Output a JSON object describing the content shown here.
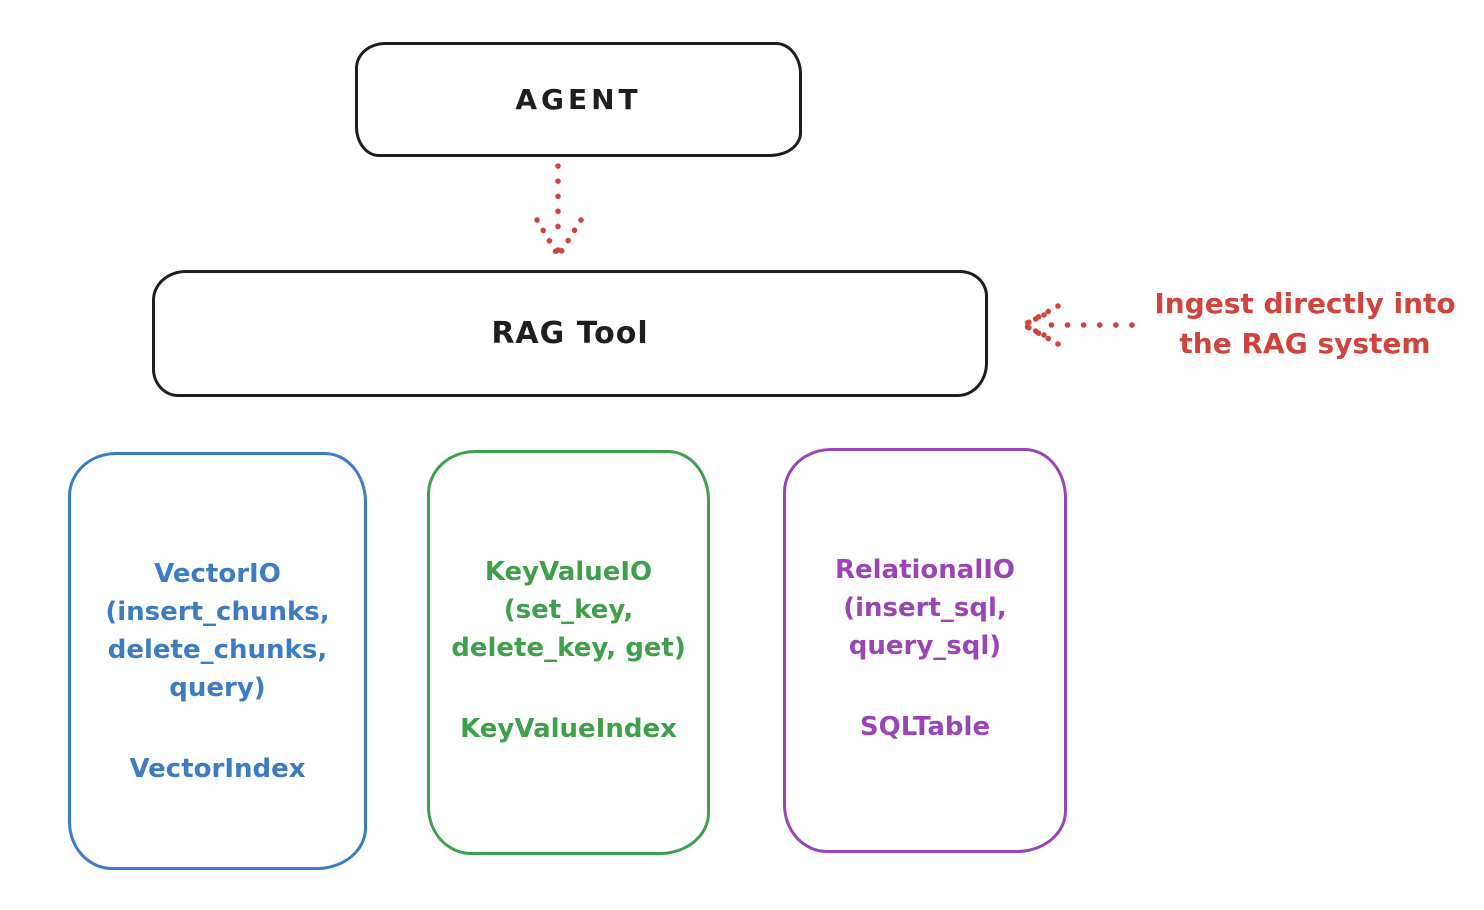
{
  "agent_box": {
    "label": "AGENT"
  },
  "rag_tool_box": {
    "label": "RAG Tool"
  },
  "annotation": {
    "line1": "Ingest directly into",
    "line2": "the RAG system"
  },
  "stores": [
    {
      "name": "vector-io",
      "color": "#3b7cc4",
      "lines": [
        "VectorIO",
        "(insert_chunks,",
        "delete_chunks,",
        "query)"
      ],
      "index_label": "VectorIndex"
    },
    {
      "name": "keyvalue-io",
      "color": "#3fa04c",
      "lines": [
        "KeyValueIO",
        "(set_key,",
        "delete_key, get)"
      ],
      "index_label": "KeyValueIndex"
    },
    {
      "name": "relational-io",
      "color": "#9b44b6",
      "lines": [
        "RelationalIO",
        "(insert_sql,",
        "query_sql)"
      ],
      "index_label": "SQLTable"
    }
  ],
  "colors": {
    "stroke_black": "#1e1e1e",
    "arrow_red": "#d0443c",
    "vector_blue": "#3b7cc4",
    "keyvalue_green": "#3fa04c",
    "relational_purple": "#9b44b6",
    "background": "#ffffff"
  }
}
